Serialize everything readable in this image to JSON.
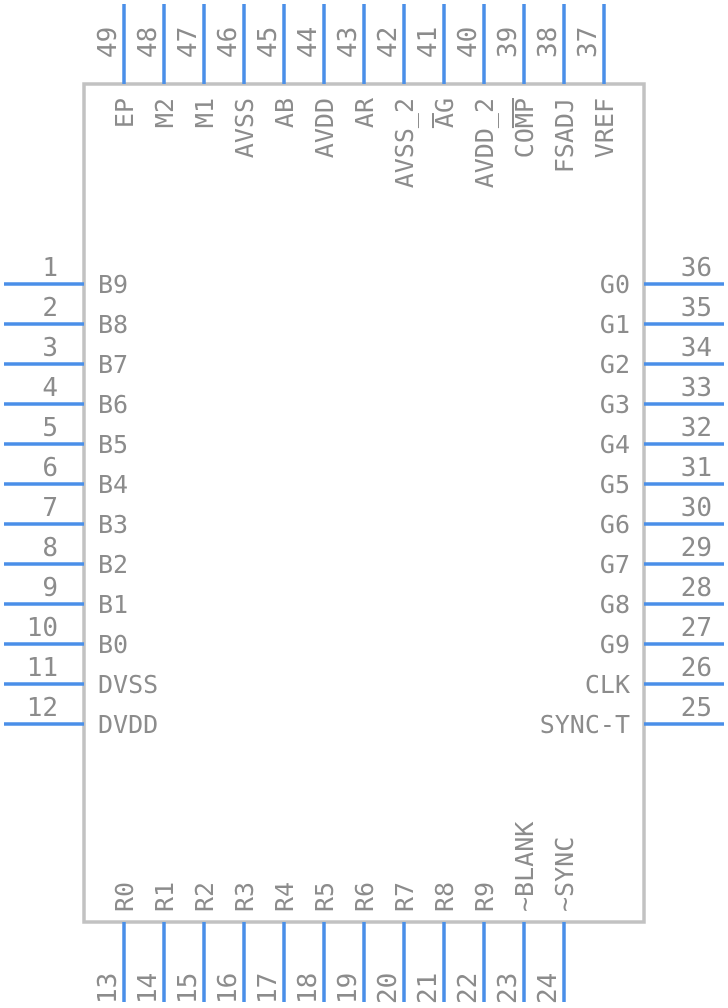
{
  "component": {
    "colors": {
      "pin": "#4a8fe8",
      "body_outline": "#c2c2c2",
      "text": "#8c8c8c",
      "background": "#ffffff"
    },
    "pins_left": [
      {
        "num": "1",
        "name": "B9"
      },
      {
        "num": "2",
        "name": "B8"
      },
      {
        "num": "3",
        "name": "B7"
      },
      {
        "num": "4",
        "name": "B6"
      },
      {
        "num": "5",
        "name": "B5"
      },
      {
        "num": "6",
        "name": "B4"
      },
      {
        "num": "7",
        "name": "B3"
      },
      {
        "num": "8",
        "name": "B2"
      },
      {
        "num": "9",
        "name": "B1"
      },
      {
        "num": "10",
        "name": "B0"
      },
      {
        "num": "11",
        "name": "DVSS"
      },
      {
        "num": "12",
        "name": "DVDD"
      }
    ],
    "pins_bottom": [
      {
        "num": "13",
        "name": "R0"
      },
      {
        "num": "14",
        "name": "R1"
      },
      {
        "num": "15",
        "name": "R2"
      },
      {
        "num": "16",
        "name": "R3"
      },
      {
        "num": "17",
        "name": "R4"
      },
      {
        "num": "18",
        "name": "R5"
      },
      {
        "num": "19",
        "name": "R6"
      },
      {
        "num": "20",
        "name": "R7"
      },
      {
        "num": "21",
        "name": "R8"
      },
      {
        "num": "22",
        "name": "R9"
      },
      {
        "num": "23",
        "name": "~BLANK"
      },
      {
        "num": "24",
        "name": "~SYNC"
      }
    ],
    "pins_right": [
      {
        "num": "25",
        "name": "SYNC-T"
      },
      {
        "num": "26",
        "name": "CLK"
      },
      {
        "num": "27",
        "name": "G9"
      },
      {
        "num": "28",
        "name": "G8"
      },
      {
        "num": "29",
        "name": "G7"
      },
      {
        "num": "30",
        "name": "G6"
      },
      {
        "num": "31",
        "name": "G5"
      },
      {
        "num": "32",
        "name": "G4"
      },
      {
        "num": "33",
        "name": "G3"
      },
      {
        "num": "34",
        "name": "G2"
      },
      {
        "num": "35",
        "name": "G1"
      },
      {
        "num": "36",
        "name": "G0"
      }
    ],
    "pins_top": [
      {
        "num": "37",
        "name": "VREF"
      },
      {
        "num": "38",
        "name": "FSADJ"
      },
      {
        "num": "39",
        "name": "COMP",
        "overbar": "MP"
      },
      {
        "num": "40",
        "name": "AVDD_2"
      },
      {
        "num": "41",
        "name": "AG",
        "overbar": "A"
      },
      {
        "num": "42",
        "name": "AVSS_2"
      },
      {
        "num": "43",
        "name": "AR"
      },
      {
        "num": "44",
        "name": "AVDD"
      },
      {
        "num": "45",
        "name": "AB"
      },
      {
        "num": "46",
        "name": "AVSS"
      },
      {
        "num": "47",
        "name": "M1"
      },
      {
        "num": "48",
        "name": "M2"
      },
      {
        "num": "49",
        "name": "EP"
      }
    ]
  }
}
